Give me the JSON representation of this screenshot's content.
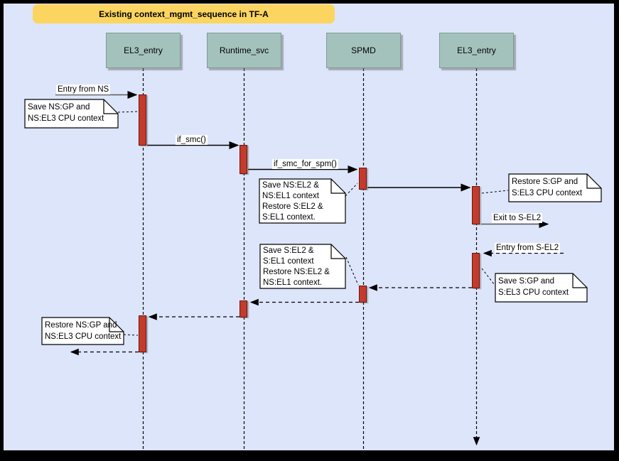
{
  "title": {
    "text": "Existing context_mgmt_sequence in TF-A"
  },
  "actors": [
    {
      "id": "el3-entry-left",
      "label": "EL3_entry"
    },
    {
      "id": "runtime-svc",
      "label": "Runtime_svc"
    },
    {
      "id": "spmd",
      "label": "SPMD"
    },
    {
      "id": "el3-entry-right",
      "label": "EL3_entry"
    }
  ],
  "messages": [
    {
      "id": "entry-from-ns",
      "label": "Entry from NS"
    },
    {
      "id": "if-smc",
      "label": "if_smc()"
    },
    {
      "id": "if-smc-for-spm",
      "label": "if_smc_for_spm()"
    },
    {
      "id": "exit-to-s-el2",
      "label": "Exit to S-EL2"
    },
    {
      "id": "entry-from-s-el2",
      "label": "Entry from S-EL2"
    }
  ],
  "notes": [
    {
      "id": "note-save-ns-gp",
      "text": "Save NS:GP and\nNS:EL3 CPU context"
    },
    {
      "id": "note-save-ns-el2",
      "text": "Save NS:EL2 &\nNS:EL1 context\nRestore S:EL2 &\nS:EL1 context."
    },
    {
      "id": "note-restore-s-gp",
      "text": "Restore S:GP and\nS:EL3 CPU context"
    },
    {
      "id": "note-save-s-gp",
      "text": "Save S:GP and\nS:EL3 CPU context"
    },
    {
      "id": "note-save-s-el2",
      "text": "Save S:EL2 &\nS:EL1 context\nRestore NS:EL2 &\nNS:EL1 context."
    },
    {
      "id": "note-restore-ns-gp",
      "text": "Restore NS:GP and\nNS:EL3 CPU context"
    }
  ],
  "colors": {
    "frame": "#000000",
    "canvas_background": "#dde5fb",
    "banner_fill": "#fbd55f",
    "actor_fill": "#a4c2bc",
    "activation_fill": "#c33b2c",
    "activation_stroke": "#6e150c",
    "note_fill": "#ffffff",
    "line_black": "#000000",
    "line_gray": "#5a5a5a"
  }
}
